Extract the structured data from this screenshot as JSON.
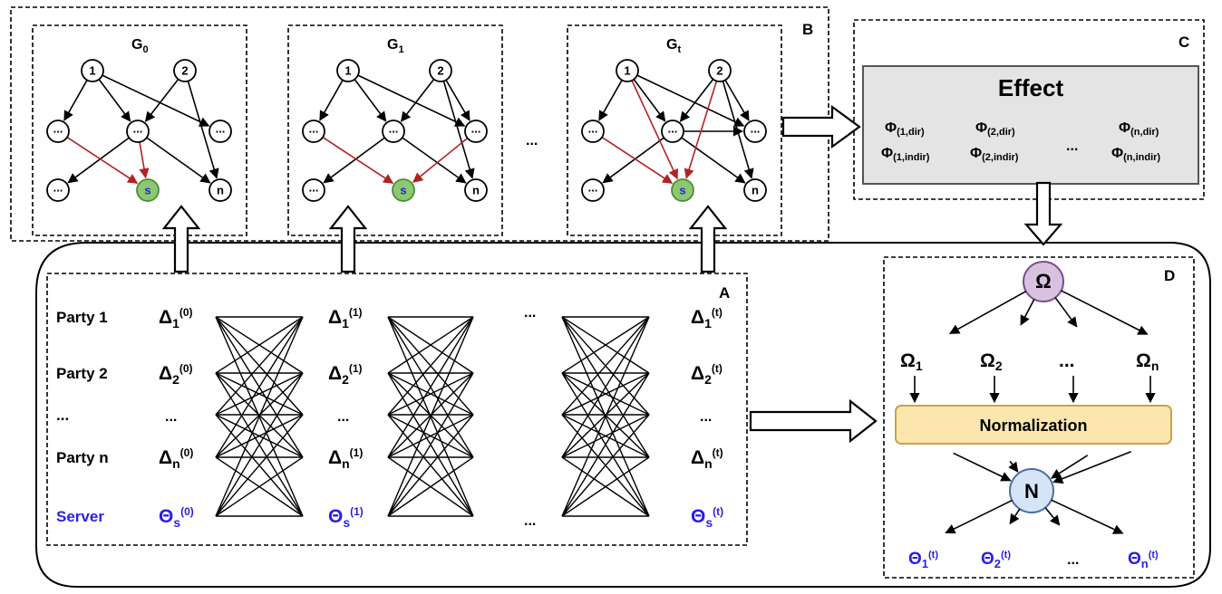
{
  "panels": {
    "a": "A",
    "b": "B",
    "c": "C",
    "d": "D"
  },
  "graphs": [
    {
      "title": "G",
      "sub": "0"
    },
    {
      "title": "G",
      "sub": "1"
    },
    {
      "title": "G",
      "sub": "t"
    }
  ],
  "graph_nodes": {
    "n1": "1",
    "n2": "2",
    "dots": "...",
    "s": "s",
    "n": "n"
  },
  "graph_ellipsis": "...",
  "effect": {
    "title": "Effect",
    "cols": [
      {
        "dir_sym": "Φ",
        "dir_sub": "(1,dir)",
        "indir_sym": "Φ",
        "indir_sub": "(1,indir)"
      },
      {
        "dir_sym": "Φ",
        "dir_sub": "(2,dir)",
        "indir_sym": "Φ",
        "indir_sub": "(2,indir)"
      },
      {
        "dir_sym": "Φ",
        "dir_sub": "(n,dir)",
        "indir_sym": "Φ",
        "indir_sub": "(n,indir)"
      }
    ],
    "ellipsis": "..."
  },
  "parties": {
    "labels": [
      "Party 1",
      "Party 2",
      "...",
      "Party n",
      "Server"
    ],
    "symbols": [
      "Δ",
      "Δ",
      "...",
      "Δ",
      "Θ"
    ],
    "subs": [
      "1",
      "2",
      "",
      "n",
      "s"
    ],
    "steps": [
      "(0)",
      "(1)",
      "(t)"
    ],
    "col_ellipsis": "..."
  },
  "aggregation": {
    "omega": "Ω",
    "omega_items": [
      {
        "sym": "Ω",
        "sub": "1"
      },
      {
        "sym": "Ω",
        "sub": "2"
      },
      {
        "sym": "...",
        "sub": ""
      },
      {
        "sym": "Ω",
        "sub": "n"
      }
    ],
    "normalization": "Normalization",
    "n_node": "N",
    "outputs": [
      {
        "sym": "Θ",
        "sub": "1",
        "sup": "(t)"
      },
      {
        "sym": "Θ",
        "sub": "2",
        "sup": "(t)"
      },
      {
        "sym": "...",
        "sub": "",
        "sup": ""
      },
      {
        "sym": "Θ",
        "sub": "n",
        "sup": "(t)"
      }
    ]
  },
  "colors": {
    "server": "#2a1ee6",
    "red_edge": "#b22222",
    "s_node": "#8bc870",
    "omega_node": "#d9c2e0",
    "n_node": "#d6e4f7",
    "norm_box": "#fbe7ad",
    "effect_box": "#e4e4e4"
  }
}
